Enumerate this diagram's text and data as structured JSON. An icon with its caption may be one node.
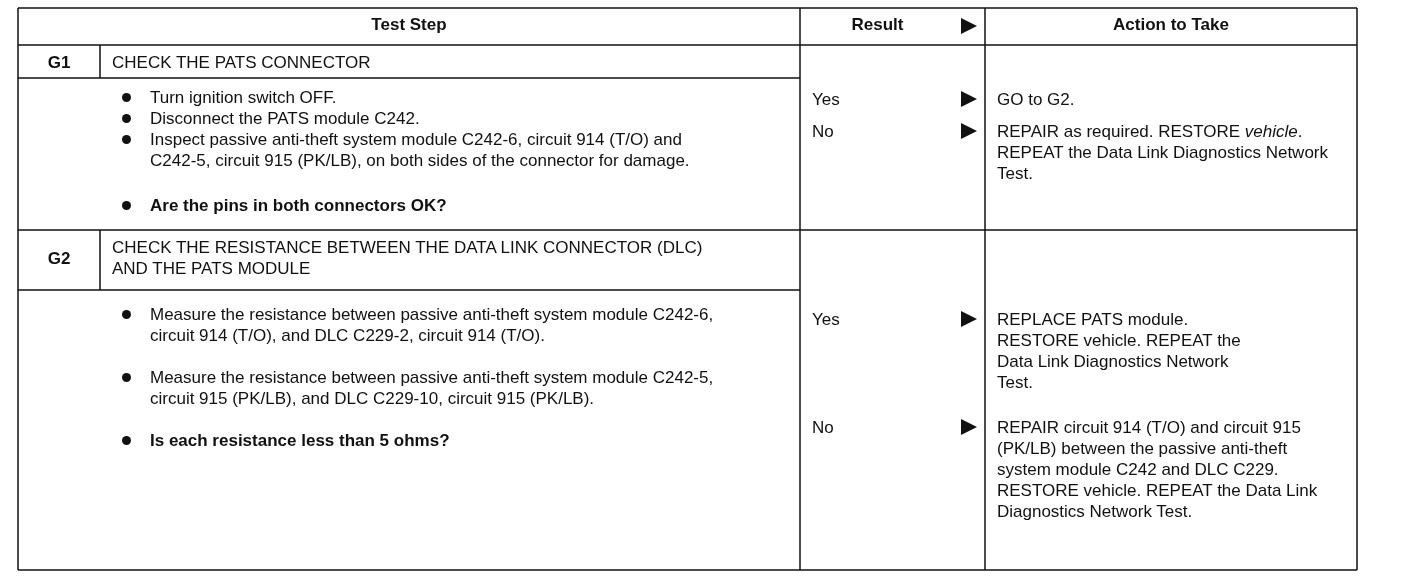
{
  "diagram": {
    "labels": [
      "Test Step",
      "Result",
      "Action to Take",
      "G1",
      "CHECK THE PATS CONNECTOR",
      "Turn ignition switch OFF.",
      "Disconnect the PATS module C242.",
      "Inspect passive anti-theft system module C242-6, circuit 914 (T/O) and C242-5, circuit 915 (PK/LB), on both sides of the connector for damage.",
      "Are the pins in both connectors OK?",
      "Yes",
      "GO to G2.",
      "No",
      "REPAIR as required. RESTORE *vehicle*. REPEAT the Data Link Diagnostics Network Test.",
      "G2",
      "CHECK THE RESISTANCE BETWEEN THE DATA LINK CONNECTOR (DLC) AND THE PATS MODULE",
      "Measure the resistance between passive anti-theft system module C242-6, circuit 914 (T/O), and DLC C229-2, circuit 914 (T/O).",
      "Measure the resistance between passive anti-theft system module C242-5, circuit 915 (PK/LB), and DLC C229-10, circuit 915 (PK/LB).",
      "Is each resistance less than 5 ohms?",
      "Yes",
      "REPLACE PATS module. RESTORE vehicle. REPEAT the Data Link Diagnostics Network Test.",
      "No",
      "REPAIR circuit 914 (T/O) and circuit 915 (PK/LB) between the passive anti-theft system module C242 and DLC C229. RESTORE vehicle. REPEAT the Data Link Diagnostics Network Test."
    ]
  }
}
